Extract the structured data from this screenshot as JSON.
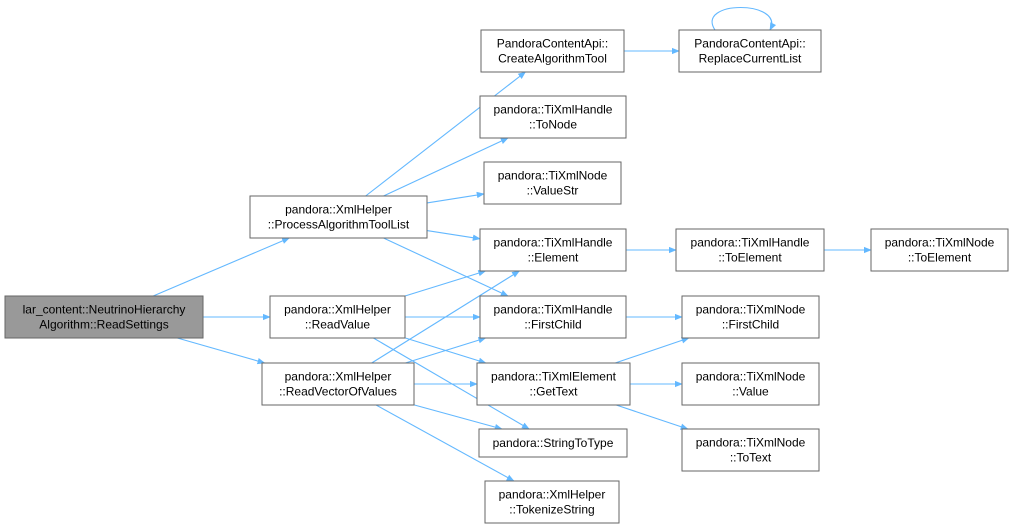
{
  "colors": {
    "edge": "#63b8ff",
    "node_fill": "#ffffff",
    "root_fill": "#999999",
    "node_border": "#666666"
  },
  "nodes": [
    {
      "id": "root",
      "lines": [
        "lar_content::NeutrinoHierarchy",
        "Algorithm::ReadSettings"
      ],
      "root": true
    },
    {
      "id": "processAlgToolList",
      "lines": [
        "pandora::XmlHelper",
        "::ProcessAlgorithmToolList"
      ]
    },
    {
      "id": "readValue",
      "lines": [
        "pandora::XmlHelper",
        "::ReadValue"
      ]
    },
    {
      "id": "readVectorOfValues",
      "lines": [
        "pandora::XmlHelper",
        "::ReadVectorOfValues"
      ]
    },
    {
      "id": "createAlgTool",
      "lines": [
        "PandoraContentApi::",
        "CreateAlgorithmTool"
      ]
    },
    {
      "id": "handleToNode",
      "lines": [
        "pandora::TiXmlHandle",
        "::ToNode"
      ]
    },
    {
      "id": "nodeValueStr",
      "lines": [
        "pandora::TiXmlNode",
        "::ValueStr"
      ]
    },
    {
      "id": "handleElement",
      "lines": [
        "pandora::TiXmlHandle",
        "::Element"
      ]
    },
    {
      "id": "handleFirstChild",
      "lines": [
        "pandora::TiXmlHandle",
        "::FirstChild"
      ]
    },
    {
      "id": "elementGetText",
      "lines": [
        "pandora::TiXmlElement",
        "::GetText"
      ]
    },
    {
      "id": "stringToType",
      "lines": [
        "pandora::StringToType"
      ]
    },
    {
      "id": "tokenizeString",
      "lines": [
        "pandora::XmlHelper",
        "::TokenizeString"
      ]
    },
    {
      "id": "replaceCurrentList",
      "lines": [
        "PandoraContentApi::",
        "ReplaceCurrentList"
      ]
    },
    {
      "id": "handleToElement",
      "lines": [
        "pandora::TiXmlHandle",
        "::ToElement"
      ]
    },
    {
      "id": "nodeFirstChild",
      "lines": [
        "pandora::TiXmlNode",
        "::FirstChild"
      ]
    },
    {
      "id": "nodeValue",
      "lines": [
        "pandora::TiXmlNode",
        "::Value"
      ]
    },
    {
      "id": "nodeToText",
      "lines": [
        "pandora::TiXmlNode",
        "::ToText"
      ]
    },
    {
      "id": "nodeToElement",
      "lines": [
        "pandora::TiXmlNode",
        "::ToElement"
      ]
    }
  ],
  "edges": [
    [
      "root",
      "processAlgToolList"
    ],
    [
      "root",
      "readValue"
    ],
    [
      "root",
      "readVectorOfValues"
    ],
    [
      "processAlgToolList",
      "createAlgTool"
    ],
    [
      "processAlgToolList",
      "handleToNode"
    ],
    [
      "processAlgToolList",
      "nodeValueStr"
    ],
    [
      "processAlgToolList",
      "handleElement"
    ],
    [
      "processAlgToolList",
      "handleFirstChild"
    ],
    [
      "readValue",
      "handleElement"
    ],
    [
      "readValue",
      "handleFirstChild"
    ],
    [
      "readValue",
      "elementGetText"
    ],
    [
      "readValue",
      "stringToType"
    ],
    [
      "readVectorOfValues",
      "handleElement"
    ],
    [
      "readVectorOfValues",
      "handleFirstChild"
    ],
    [
      "readVectorOfValues",
      "elementGetText"
    ],
    [
      "readVectorOfValues",
      "stringToType"
    ],
    [
      "readVectorOfValues",
      "tokenizeString"
    ],
    [
      "createAlgTool",
      "replaceCurrentList"
    ],
    [
      "replaceCurrentList",
      "replaceCurrentList"
    ],
    [
      "handleElement",
      "handleToElement"
    ],
    [
      "handleToElement",
      "nodeToElement"
    ],
    [
      "handleFirstChild",
      "nodeFirstChild"
    ],
    [
      "elementGetText",
      "nodeFirstChild"
    ],
    [
      "elementGetText",
      "nodeValue"
    ],
    [
      "elementGetText",
      "nodeToText"
    ]
  ]
}
